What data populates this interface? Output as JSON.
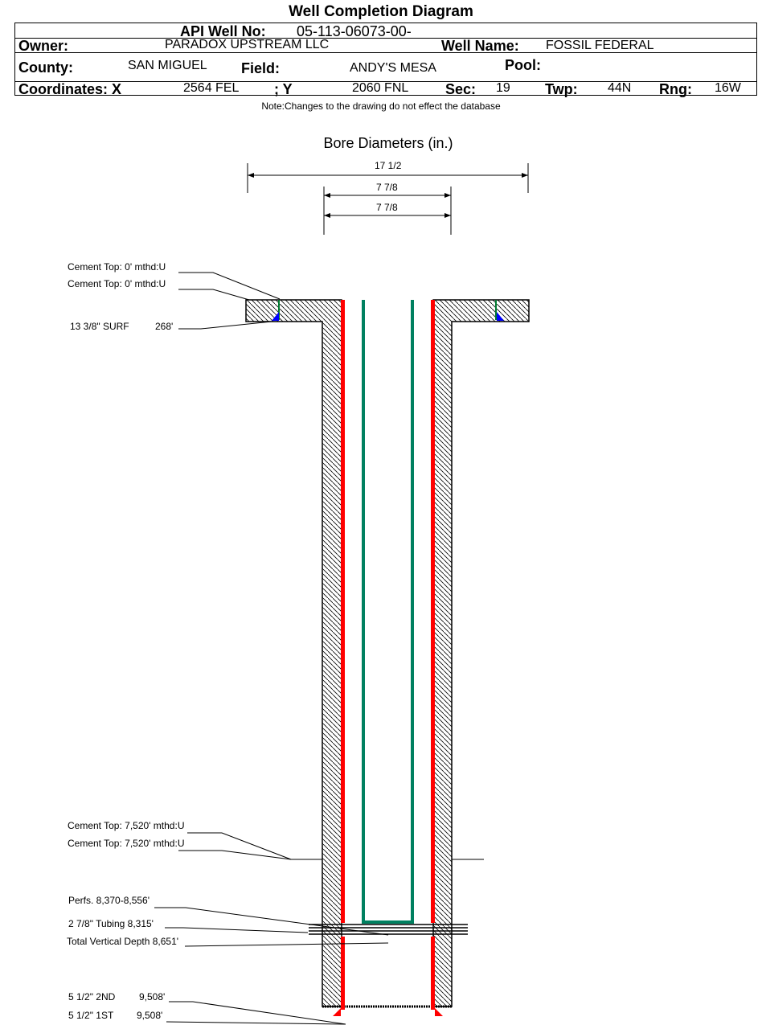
{
  "title": "Well Completion Diagram",
  "header": {
    "api_label": "API Well No:",
    "api_value": "05-113-06073-00-",
    "owner_label": "Owner:",
    "owner_value": "PARADOX UPSTREAM LLC",
    "well_name_label": "Well Name:",
    "well_name_value": "FOSSIL FEDERAL",
    "county_label": "County:",
    "county_value": "SAN MIGUEL",
    "field_label": "Field:",
    "field_value": "ANDY'S MESA",
    "pool_label": "Pool:",
    "coord_x_label": "Coordinates: X",
    "coord_x_value": "2564 FEL",
    "coord_y_label": "; Y",
    "coord_y_value": "2060 FNL",
    "sec_label": "Sec:",
    "sec_value": "19",
    "twp_label": "Twp:",
    "twp_value": "44N",
    "rng_label": "Rng:",
    "rng_value": "16W"
  },
  "note": "Note:Changes to the drawing do not effect the database",
  "bore": {
    "title": "Bore Diameters (in.)",
    "d1": "17 1/2",
    "d2": "7 7/8",
    "d3": "7 7/8"
  },
  "labels": {
    "cement1": "Cement Top: 0' mthd:U",
    "cement2": "Cement Top: 0' mthd:U",
    "surf": "13 3/8\" SURF",
    "surf_depth": "268'",
    "cement3": "Cement Top: 7,520' mthd:U",
    "cement4": "Cement Top: 7,520' mthd:U",
    "perfs": "Perfs. 8,370-8,556'",
    "tubing": "2 7/8\" Tubing 8,315'",
    "tvd": "Total Vertical Depth 8,651'",
    "prod2": "5 1/2\" 2ND",
    "prod2_depth": "9,508'",
    "prod1": "5 1/2\" 1ST",
    "prod1_depth": "9,508'"
  },
  "colors": {
    "casing": "#ff0000",
    "tubing": "#008060",
    "cement": "#0000ff"
  }
}
